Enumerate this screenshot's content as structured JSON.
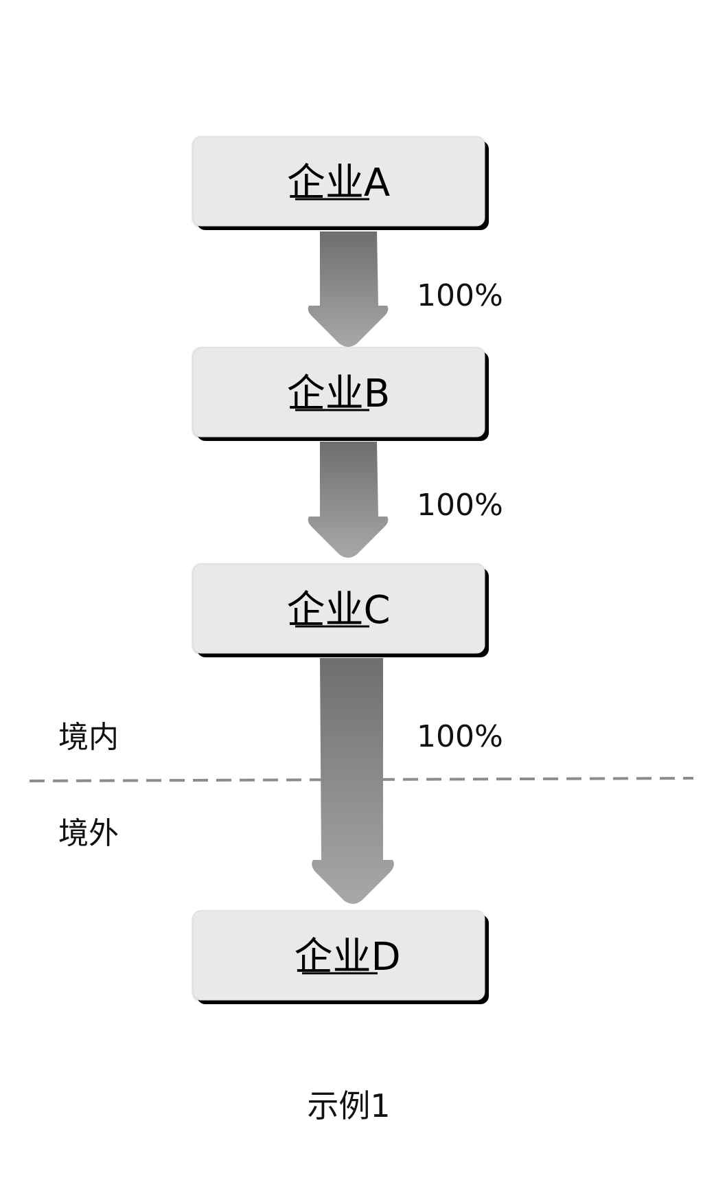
{
  "diagram": {
    "nodes": [
      {
        "id": "A",
        "label": "企业A"
      },
      {
        "id": "B",
        "label": "企业B"
      },
      {
        "id": "C",
        "label": "企业C"
      },
      {
        "id": "D",
        "label": "企业D"
      }
    ],
    "edges": [
      {
        "from": "A",
        "to": "B",
        "label": "100%"
      },
      {
        "from": "B",
        "to": "C",
        "label": "100%"
      },
      {
        "from": "C",
        "to": "D",
        "label": "100%"
      }
    ],
    "regions": {
      "domestic_label": "境内",
      "overseas_label": "境外"
    },
    "caption": "示例1",
    "colors": {
      "node_fill": "#e9e9e9",
      "node_shadow": "#000000",
      "arrow_dark": "#6e6e6e",
      "arrow_light": "#a6a6a6",
      "border_line": "#8c8c8c"
    }
  }
}
